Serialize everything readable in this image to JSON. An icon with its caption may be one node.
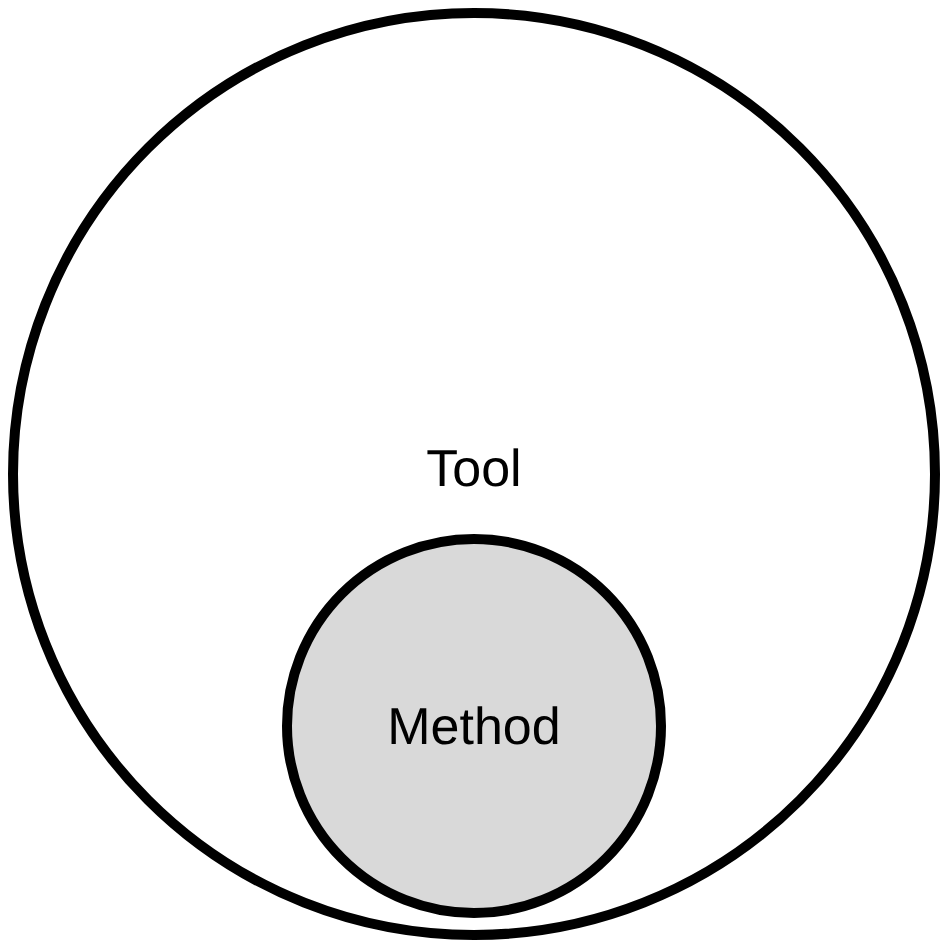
{
  "diagram": {
    "nodes": [
      {
        "text": [
          "Tool"
        ]
      },
      {
        "text": [
          "Method"
        ],
        "in": 0
      }
    ]
  }
}
